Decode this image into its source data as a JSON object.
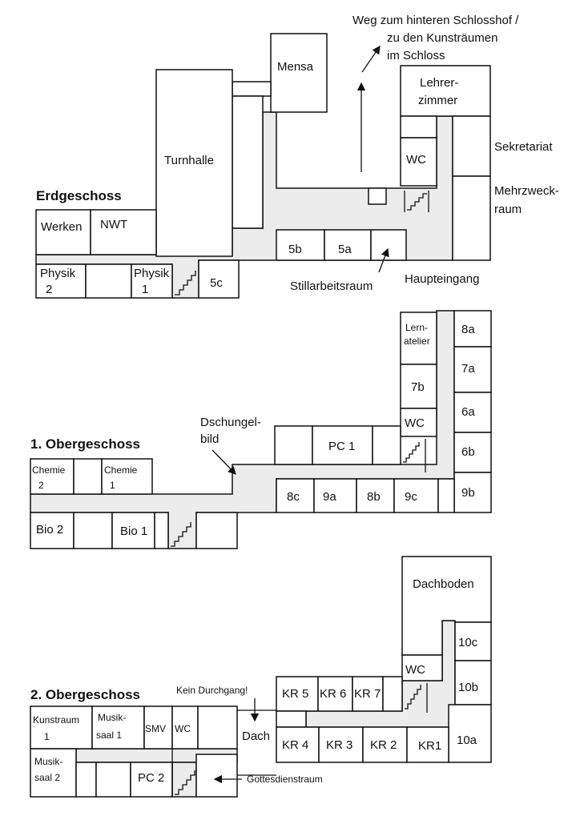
{
  "colors": {
    "corridor": "#ececec",
    "wall": "#111111"
  },
  "annotations": {
    "weg_line1": "Weg zum hinteren Schlosshof /",
    "weg_line2": "zu den Kunsträumen",
    "weg_line3": "im Schloss",
    "stillarbeitsraum": "Stillarbeitsraum",
    "haupteingang": "Haupteingang",
    "dschungel1": "Dschungel-",
    "dschungel2": "bild",
    "kein_durchgang": "Kein Durchgang!",
    "gottesdienstraum": "Gottesdienstraum"
  },
  "eg": {
    "title": "Erdgeschoss",
    "mensa": "Mensa",
    "turnhalle": "Turnhalle",
    "lehrer1": "Lehrer-",
    "lehrer2": "zimmer",
    "wc": "WC",
    "sekretariat": "Sekretariat",
    "mzr1": "Mehrzweck-",
    "mzr2": "raum",
    "werken": "Werken",
    "nwt": "NWT",
    "physik2a": "Physik",
    "physik2b": "2",
    "physik1a": "Physik",
    "physik1b": "1",
    "r5c": "5c",
    "r5b": "5b",
    "r5a": "5a"
  },
  "og1": {
    "title": "1. Obergeschoss",
    "lern1": "Lern-",
    "lern2": "atelier",
    "r7b": "7b",
    "wc": "WC",
    "pc1": "PC 1",
    "r8a": "8a",
    "r7a": "7a",
    "r6a": "6a",
    "r6b": "6b",
    "r9b": "9b",
    "r8c": "8c",
    "r9a": "9a",
    "r8b": "8b",
    "r9c": "9c",
    "chemie2a": "Chemie",
    "chemie2b": "2",
    "chemie1a": "Chemie",
    "chemie1b": "1",
    "bio2": "Bio 2",
    "bio1": "Bio 1"
  },
  "og2": {
    "title": "2. Obergeschoss",
    "dachboden": "Dachboden",
    "wc": "WC",
    "r10c": "10c",
    "r10b": "10b",
    "r10a": "10a",
    "kr5": "KR 5",
    "kr6": "KR 6",
    "kr7": "KR 7",
    "kr4": "KR 4",
    "kr3": "KR 3",
    "kr2": "KR 2",
    "kr1": "KR1",
    "dach": "Dach",
    "kunst1a": "Kunstraum",
    "kunst1b": "1",
    "musik1a": "Musik-",
    "musik1b": "saal 1",
    "smv": "SMV",
    "wc2": "WC",
    "musik2a": "Musik-",
    "musik2b": "saal 2",
    "pc2": "PC 2"
  }
}
